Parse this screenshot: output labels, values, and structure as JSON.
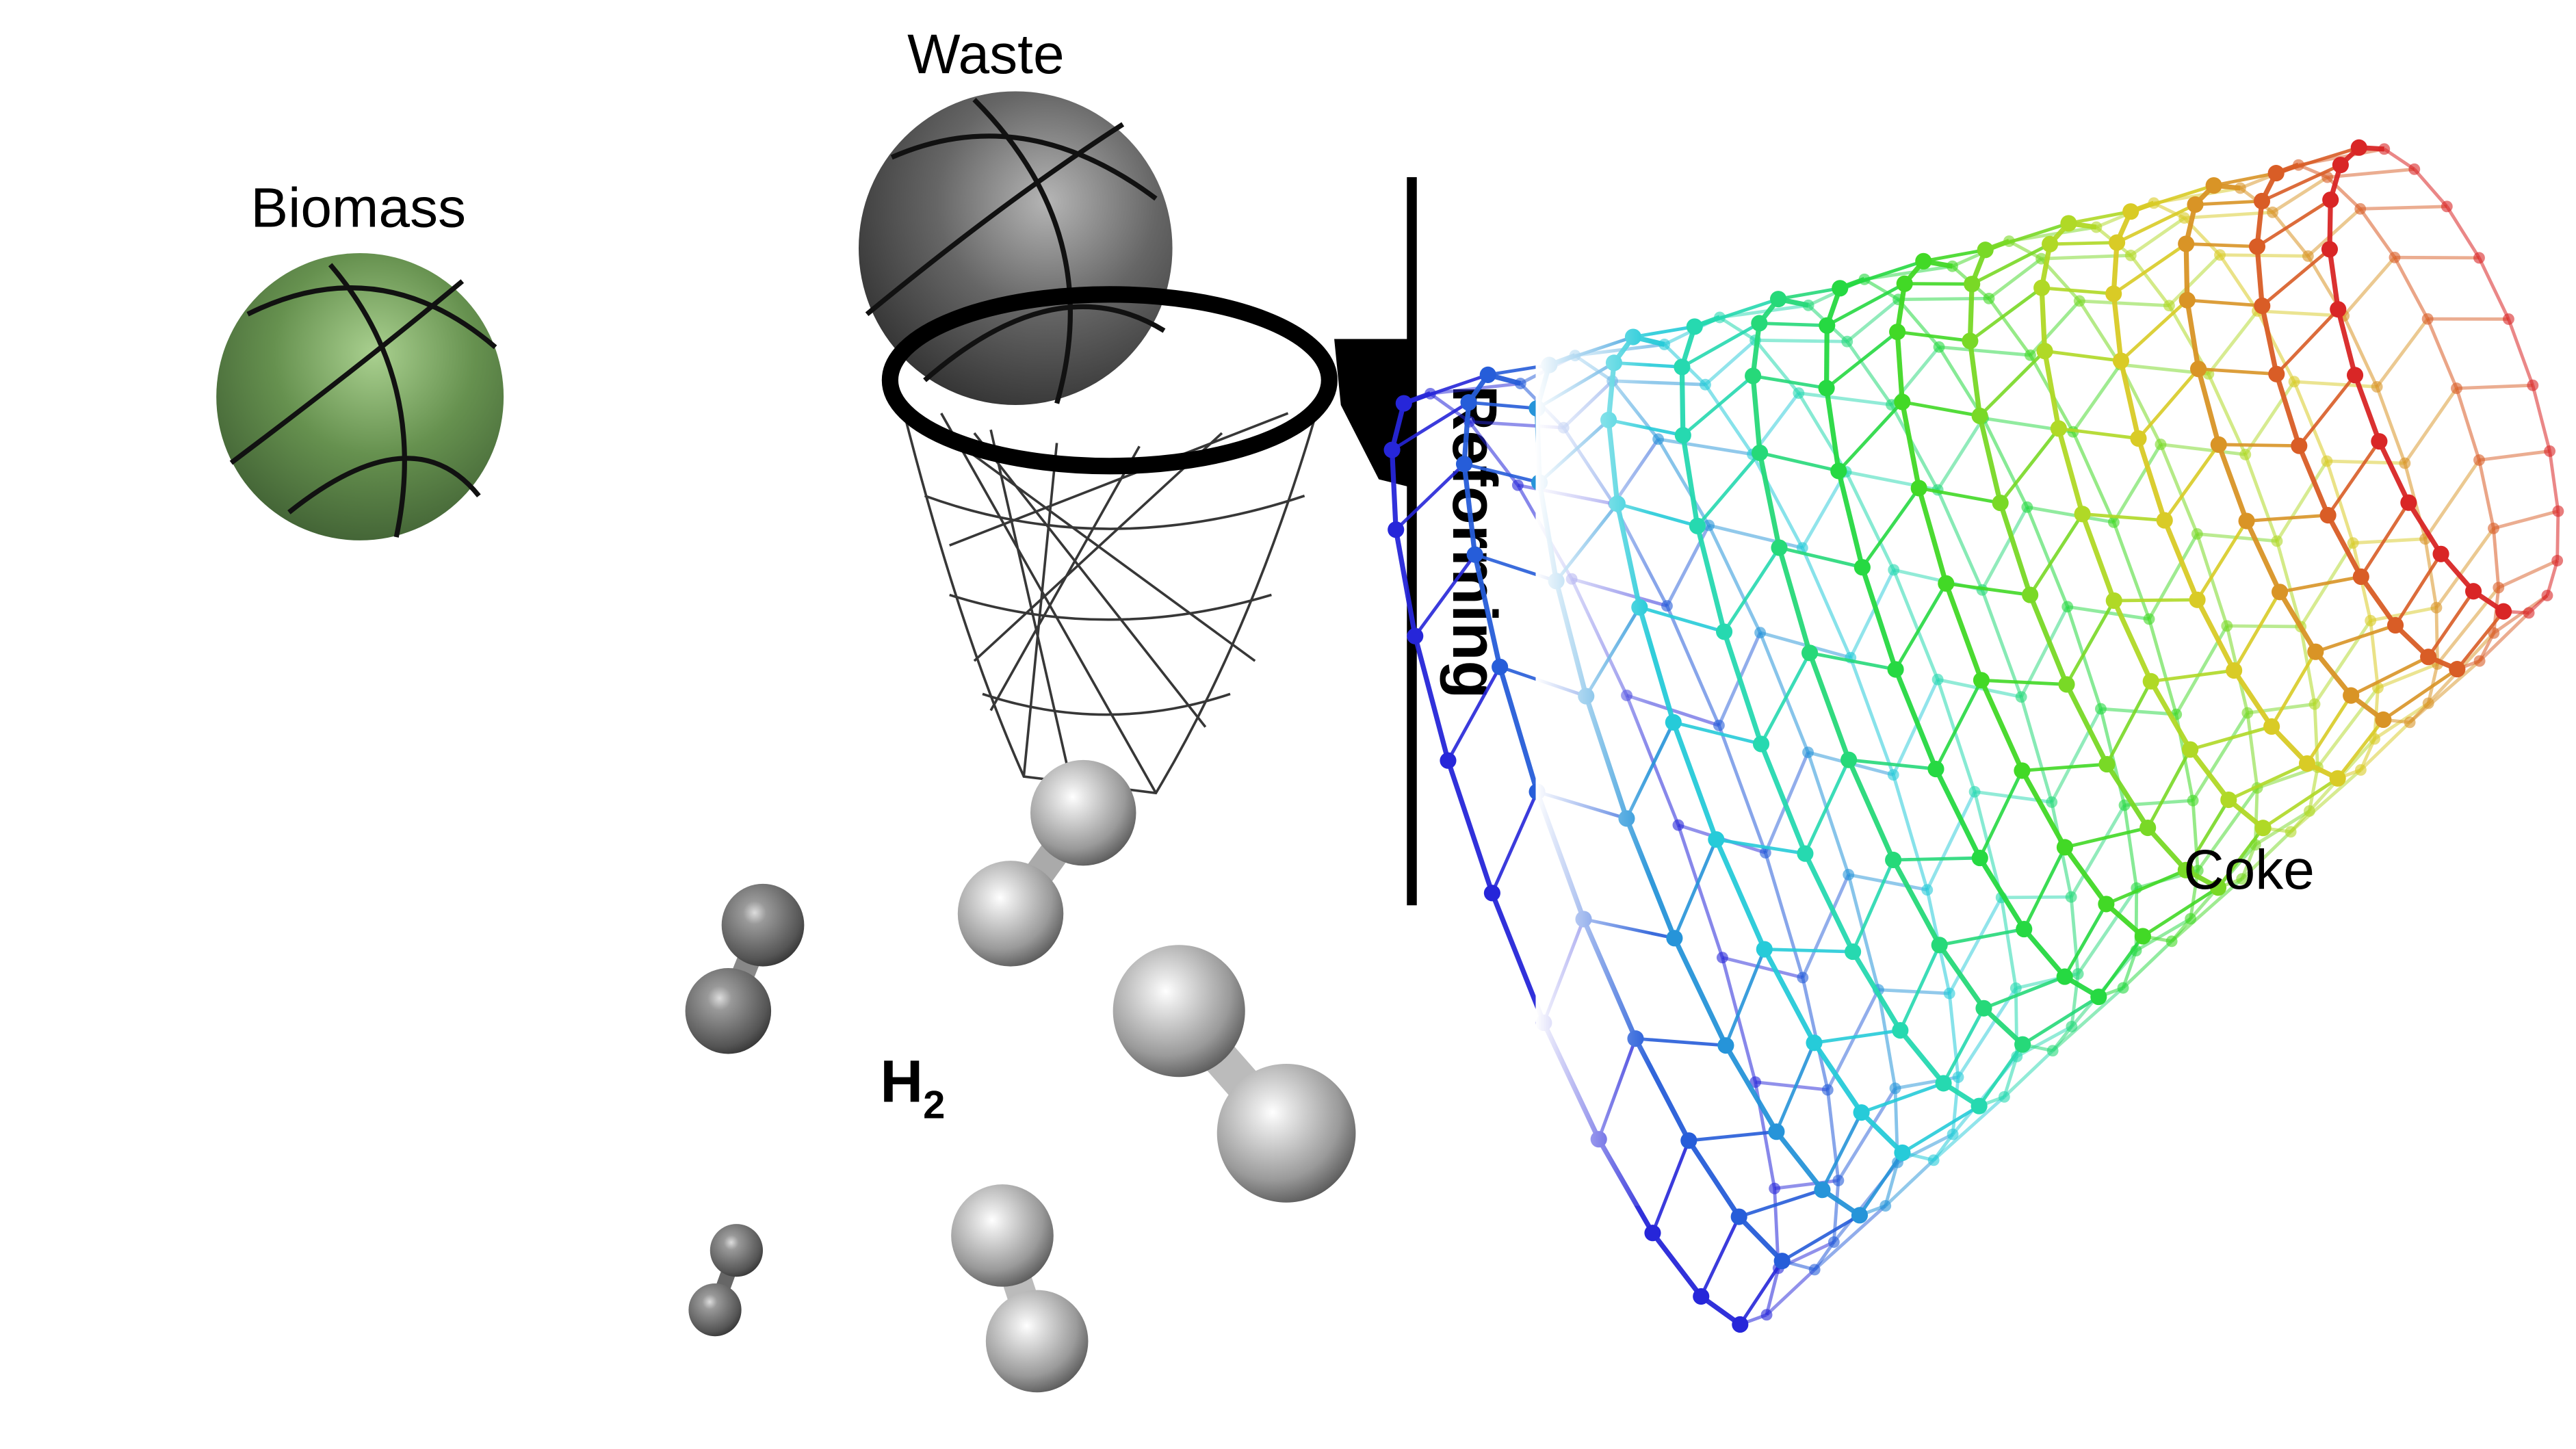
{
  "labels": {
    "biomass": "Biomass",
    "waste": "Waste",
    "reforming": "Reforming",
    "h2_main": "H",
    "h2_sub": "2",
    "coke": "Coke"
  },
  "colors": {
    "biomass_ball": "#5f8a4e",
    "waste_ball": "#5a5a5a",
    "backboard": "#000000",
    "h2_sphere": "#bdbdbd"
  }
}
